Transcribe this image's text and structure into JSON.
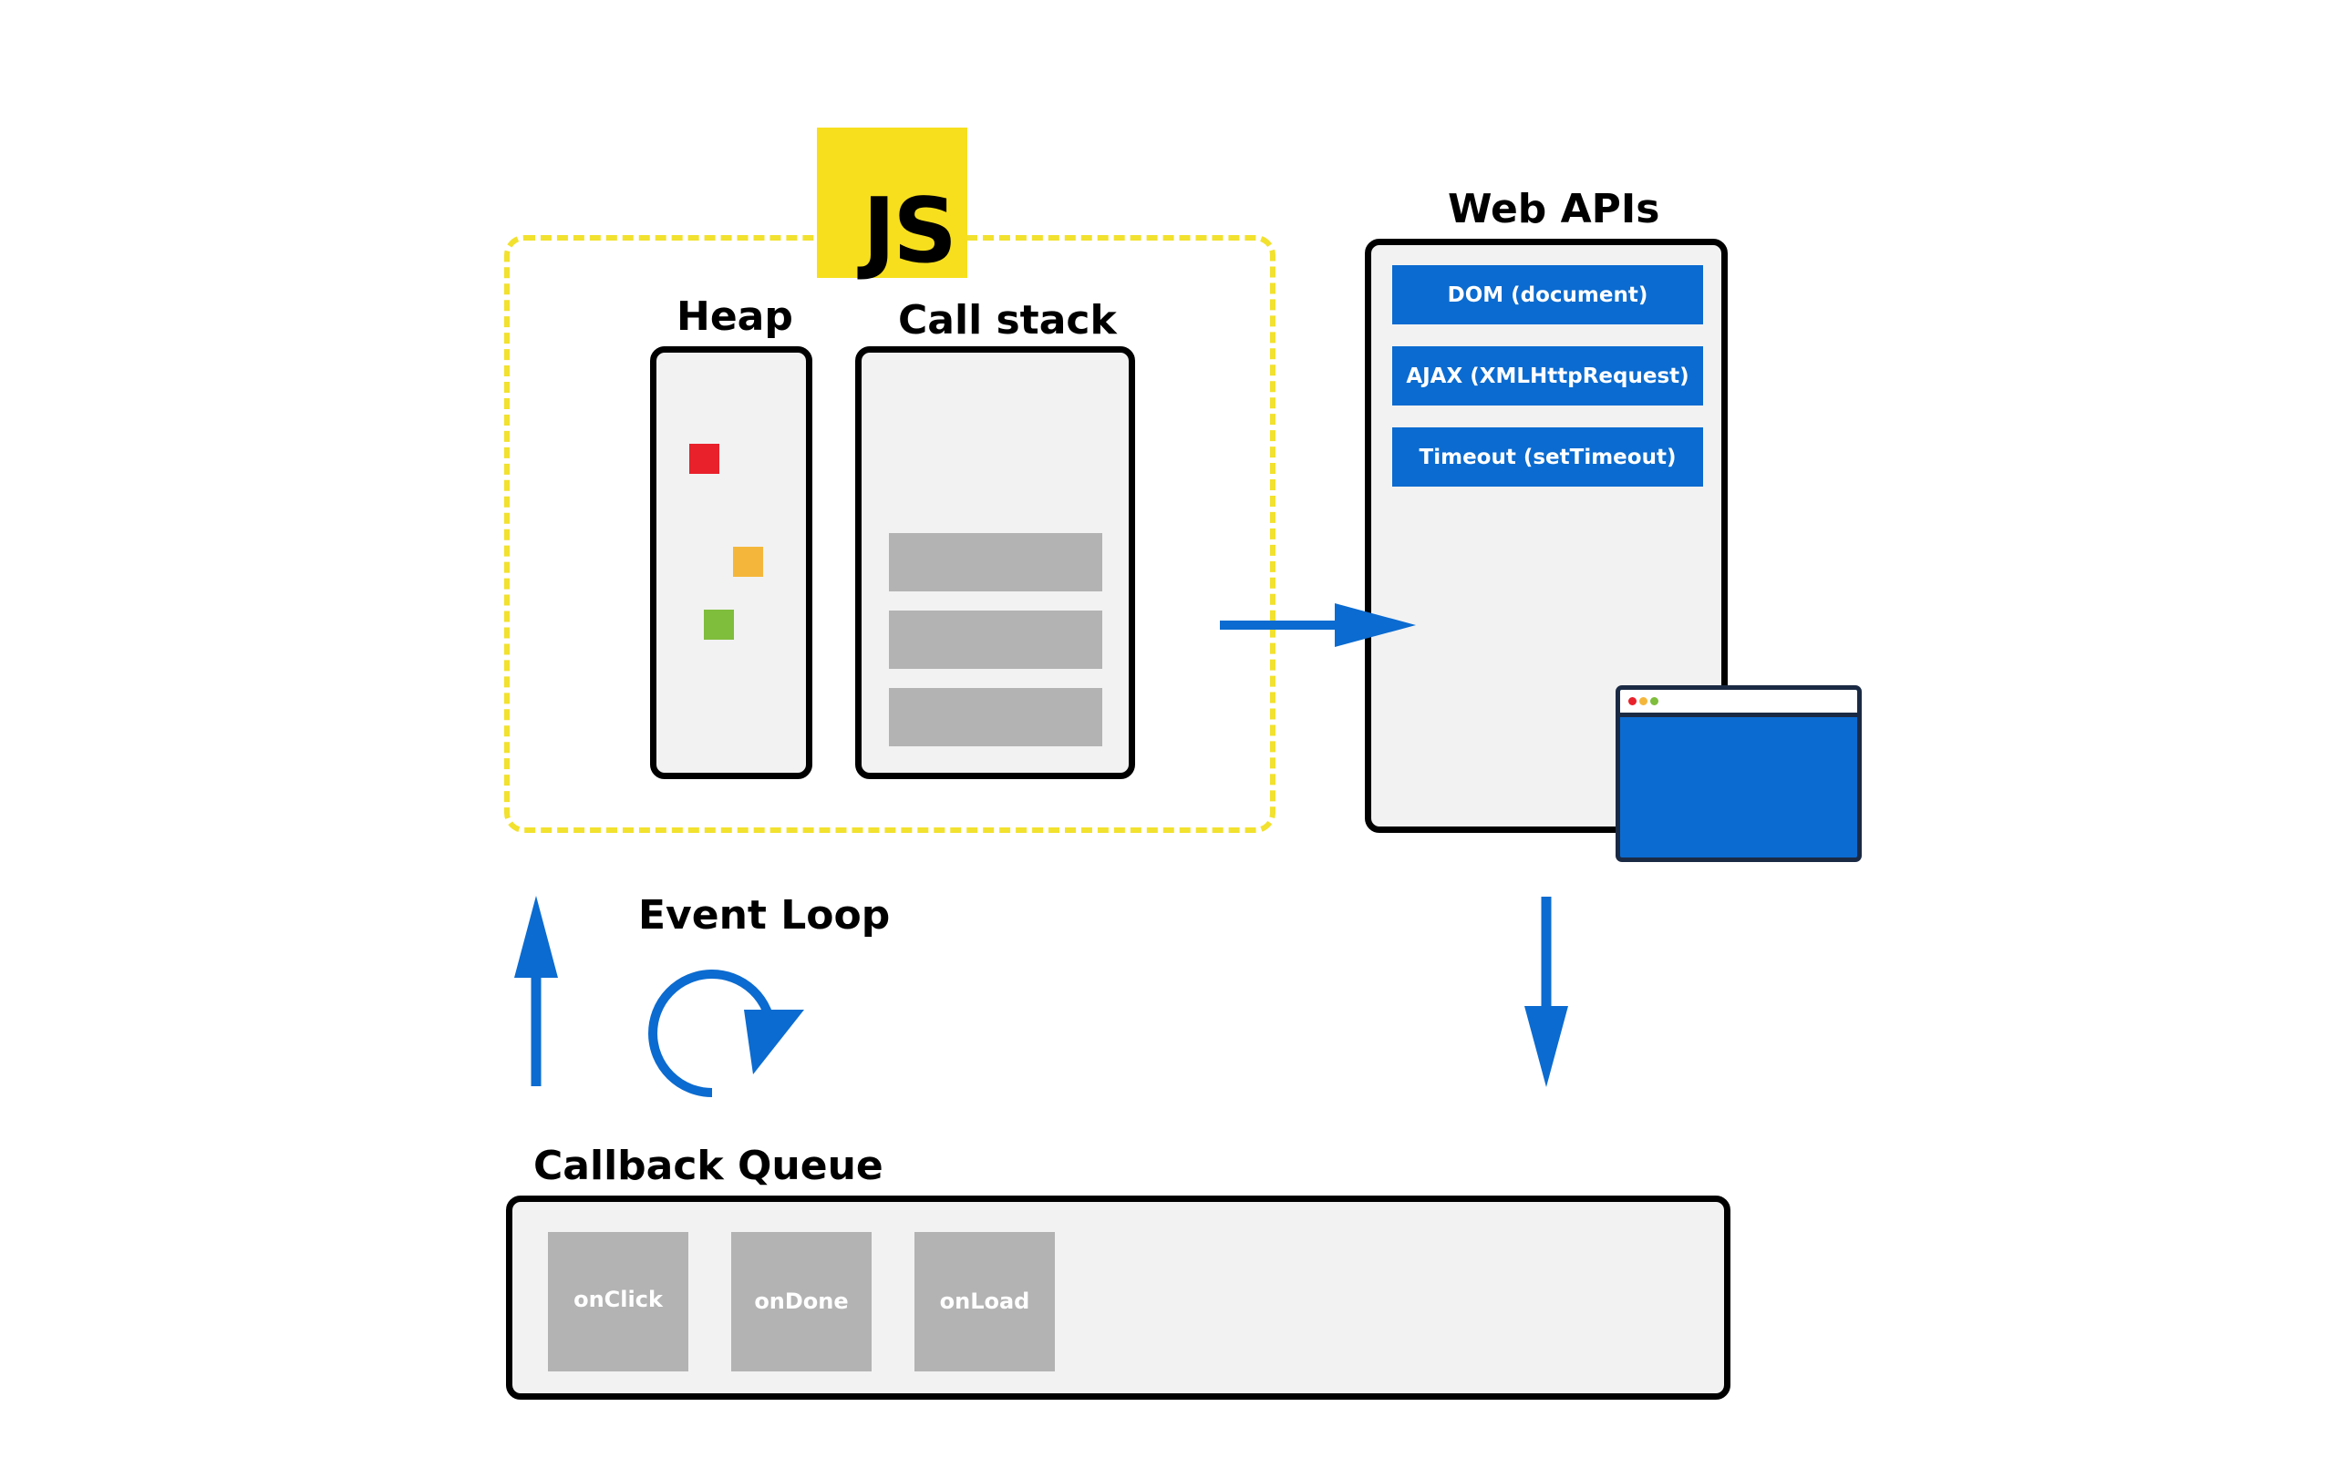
{
  "runtime": {
    "logo_text": "JS",
    "heap_label": "Heap",
    "call_stack_label": "Call stack"
  },
  "web_apis": {
    "title": "Web APIs",
    "items": [
      "DOM (document)",
      "AJAX (XMLHttpRequest)",
      "Timeout (setTimeout)"
    ]
  },
  "event_loop": {
    "label": "Event Loop"
  },
  "callback_queue": {
    "label": "Callback Queue",
    "items": [
      "onClick",
      "onDone",
      "onLoad"
    ]
  },
  "colors": {
    "accent_blue": "#0b6bd0",
    "js_yellow": "#f7df1e",
    "runtime_border": "#f2e12e",
    "heap_red": "#e8212b",
    "heap_orange": "#f5b73b",
    "heap_green": "#7fbd3c",
    "frame_gray": "#b3b3b3",
    "panel_bg": "#f2f2f2"
  },
  "icons": {
    "browser": "browser-window-icon",
    "loop": "circular-arrow-icon"
  }
}
